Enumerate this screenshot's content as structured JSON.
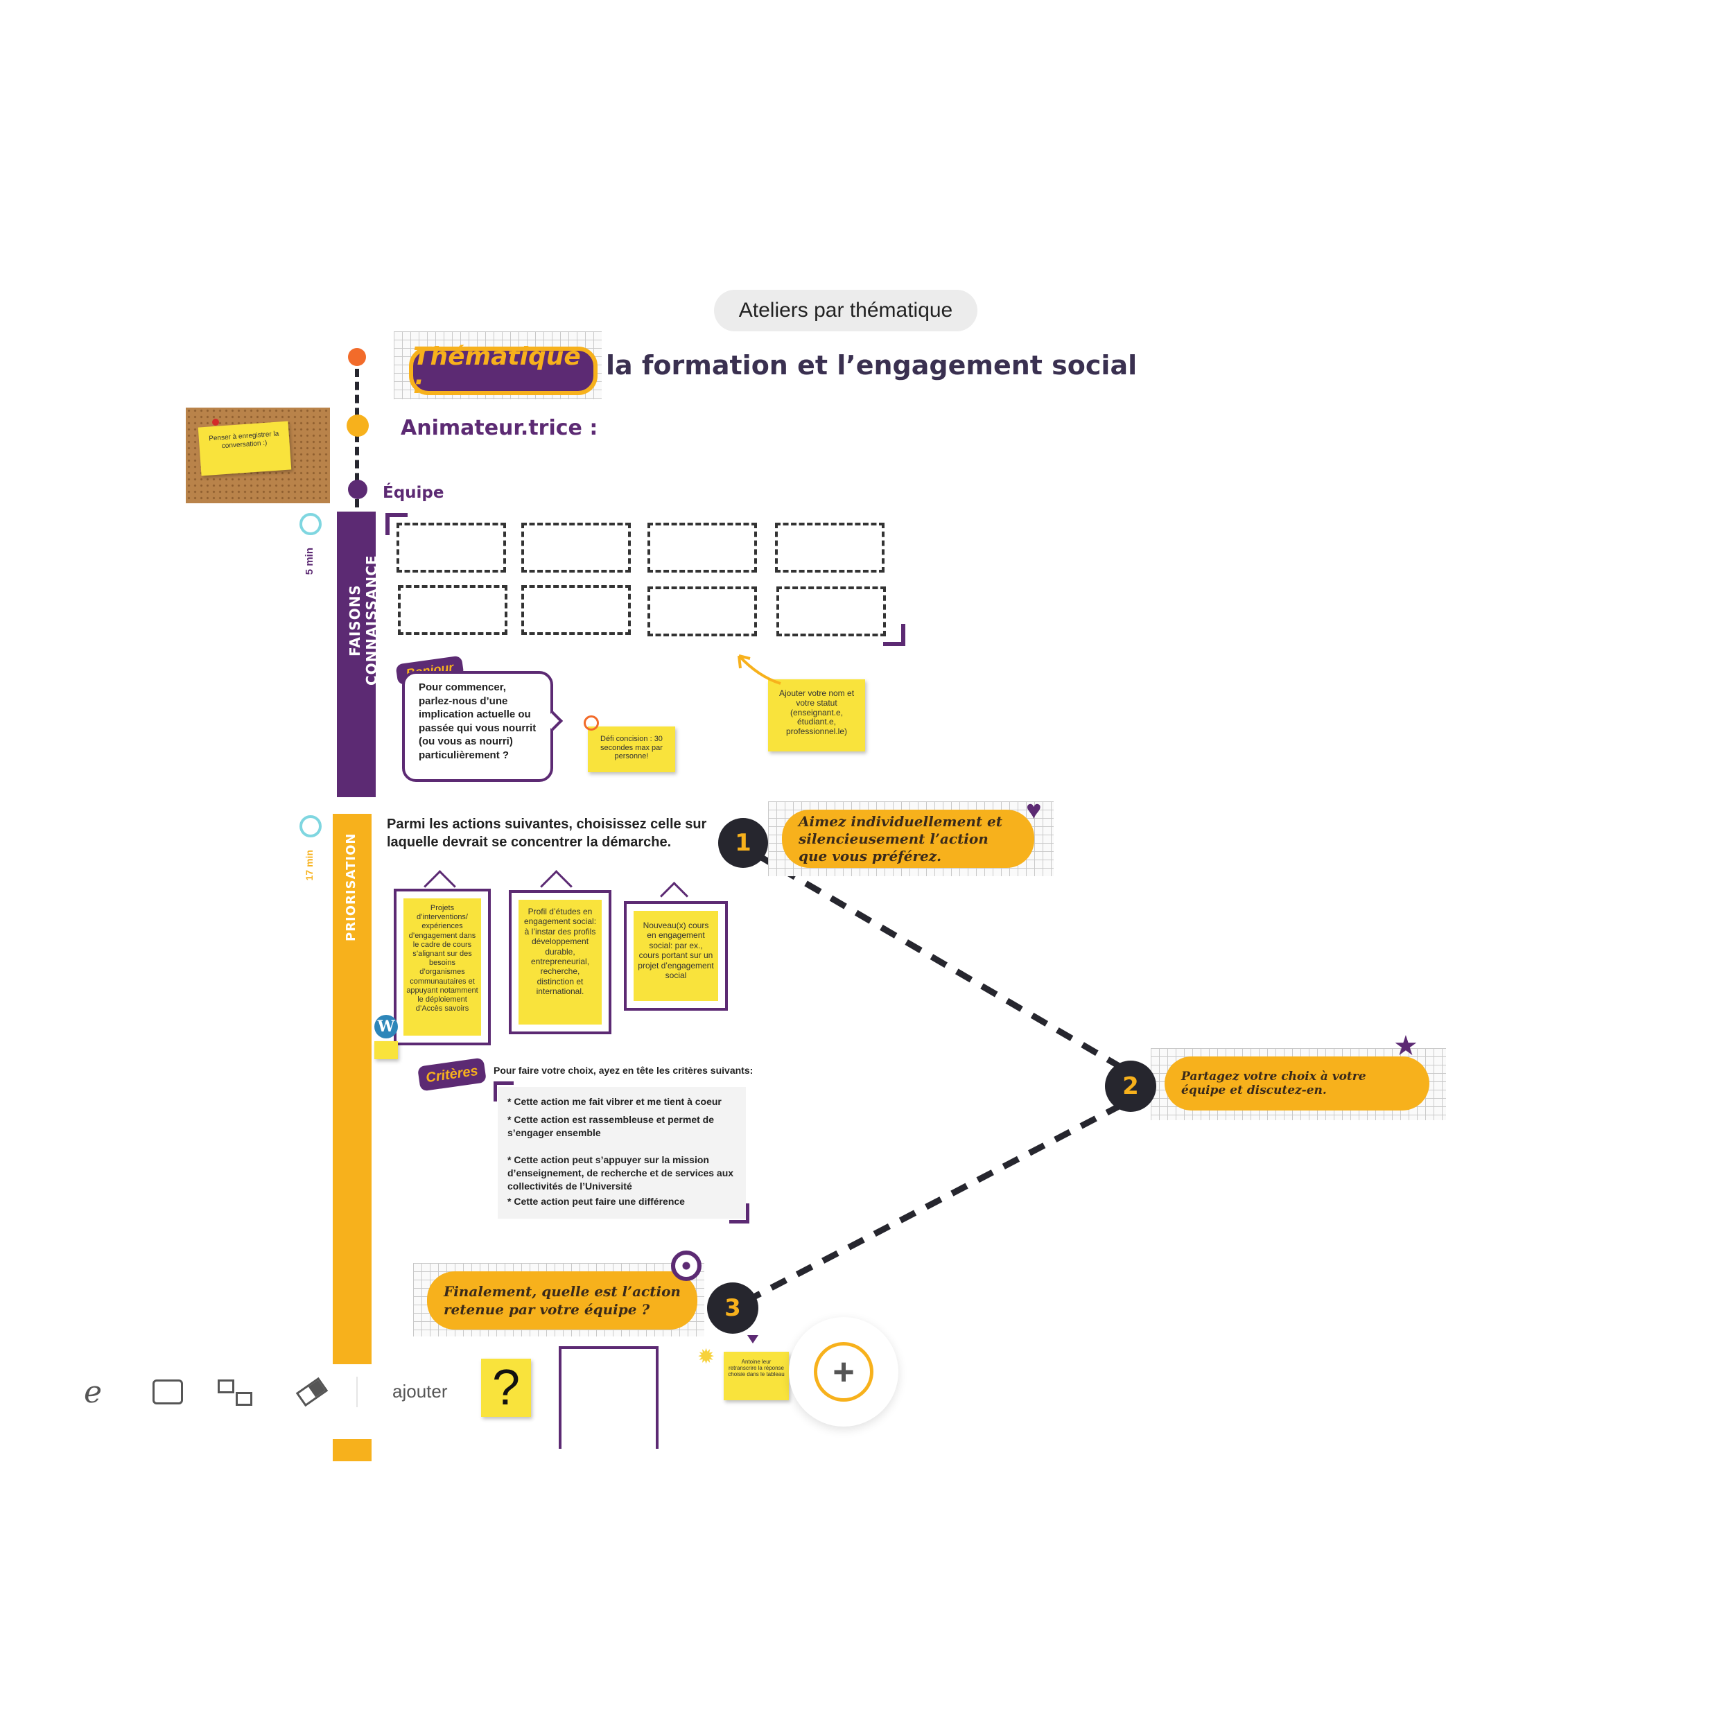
{
  "board_tab": "Ateliers par thématique",
  "header": {
    "tag": "Thématique :",
    "title": "la formation et l’engagement social",
    "animateur": "Animateur.trice :",
    "equipe": "Équipe"
  },
  "cork_note": "Penser à enregistrer la conversation :)",
  "section1": {
    "label": "FAISONS CONNAISSANCE",
    "time": "5 min",
    "bonjour_tag": "Bonjour",
    "prompt": "Pour commencer, parlez-nous d’une implication actuelle ou passée qui vous nourrit (ou vous as nourri) particulièrement ?",
    "defi_note": "Défi concision : 30 secondes max par personne!",
    "name_note": "Ajouter votre nom et votre statut (enseignant.e, étudiant.e, professionnel.le)"
  },
  "section2": {
    "label": "PRIORISATION",
    "time": "17 min",
    "question": "Parmi les actions suivantes, choisissez celle sur laquelle devrait se concentrer la démarche.",
    "cards": [
      "Projets d’interventions/ expériences d’engagement dans le cadre de cours s’alignant sur des besoins d’organismes communautaires et appuyant notamment le déploiement d’Accès savoirs",
      "Profil d’études en engagement social: à l’instar des profils développement durable, entrepreneurial, recherche, distinction et international.",
      "Nouveau(x) cours en engagement social: par ex., cours portant sur un projet d’engagement social"
    ],
    "criteres_tag": "Critères",
    "criteres_intro": "Pour faire votre choix, ayez en tête les critères suivants:",
    "criteres": [
      "* Cette action me fait vibrer et me tient à coeur",
      "* Cette action est rassembleuse et permet de s’engager ensemble",
      "* Cette action peut s’appuyer sur la mission d’enseignement, de recherche et de services aux collectivités de l’Université",
      "* Cette action peut faire une différence"
    ],
    "steps": [
      {
        "num": "1",
        "text": "Aimez individuellement et silencieusement l’action que vous préférez."
      },
      {
        "num": "2",
        "text": "Partagez votre choix à votre équipe et discutez-en."
      },
      {
        "num": "3",
        "text": "Finalement, quelle est l’action retenue par votre équipe ?"
      }
    ],
    "hint_note": "Antoine leur retranscrire la réponse choisie dans le tableau"
  },
  "toolbar": {
    "add_label": "ajouter",
    "question_mark": "?",
    "plus": "+"
  },
  "colors": {
    "purple": "#5c2a73",
    "yellow": "#f7b11c",
    "orange": "#f26b2a",
    "sticky": "#f9e33c",
    "dark": "#26262e"
  },
  "icons": [
    "pen-icon",
    "shapes-icon",
    "connector-icon",
    "eraser-icon",
    "heart-icon",
    "hands-star-icon",
    "target-icon",
    "stopwatch-icon",
    "wordpress-icon",
    "lightbulb-icon",
    "plus-icon"
  ]
}
